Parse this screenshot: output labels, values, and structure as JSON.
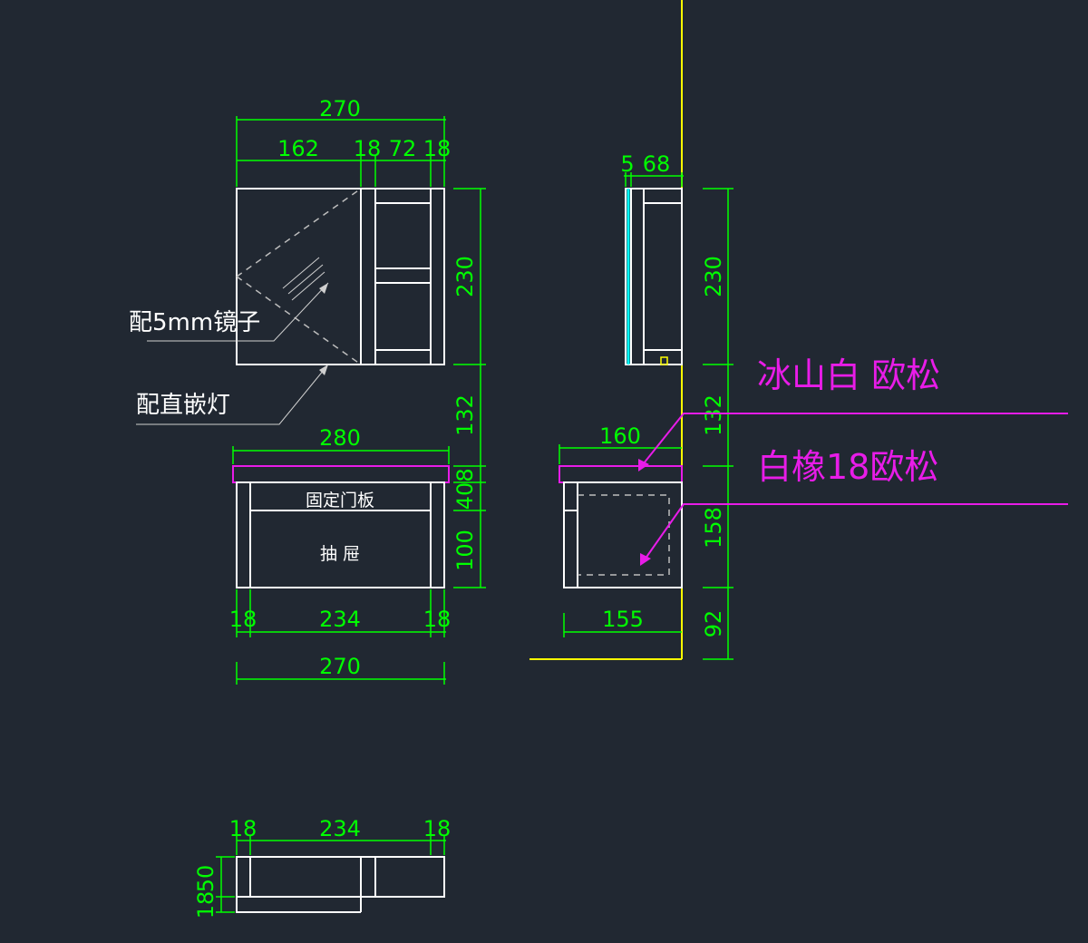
{
  "colors": {
    "background": "#212832",
    "outline": "#ffffff",
    "dimension": "#00ff00",
    "material": "#e81ce8",
    "wall_line": "#ffff00",
    "glass_edge": "#00ffff"
  },
  "front_view": {
    "top_total": "270",
    "top_parts": [
      "162",
      "18",
      "72",
      "18"
    ],
    "right_heights": [
      "230",
      "132",
      "8",
      "40",
      "100"
    ],
    "vanity_width": "280",
    "panel_label": "固定门板",
    "drawer_label": "抽    屉",
    "bottom_parts": [
      "18",
      "234",
      "18"
    ],
    "bottom_total": "270"
  },
  "notes": {
    "mirror": "配5mm镜子",
    "light": "配直嵌灯"
  },
  "side_view": {
    "top_parts": [
      "5",
      "68"
    ],
    "vanity_depth": "160",
    "bottom_depth": "155",
    "right_heights": [
      "230",
      "132",
      "158",
      "92"
    ]
  },
  "materials": {
    "first": "冰山白  欧松",
    "second": "白橡18欧松"
  },
  "plan_view": {
    "top_parts": [
      "18",
      "234",
      "18"
    ],
    "left_dims": [
      "18",
      "50"
    ]
  }
}
